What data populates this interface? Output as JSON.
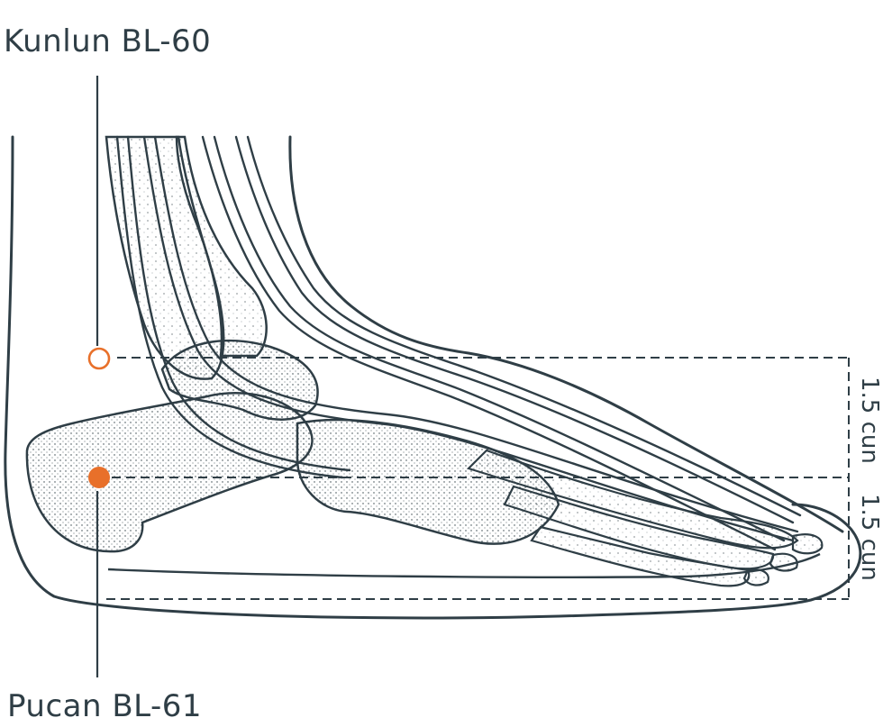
{
  "points": [
    {
      "name": "Kunlun BL-60",
      "marker": "hollow-circle"
    },
    {
      "name": "Pucan BL-61",
      "marker": "filled-circle"
    }
  ],
  "measurements": [
    {
      "label": "1.5 cun"
    },
    {
      "label": "1.5 cun"
    }
  ],
  "colors": {
    "line_art": "#2f3e46",
    "acupoint": "#e8702a",
    "background": "#ffffff"
  }
}
